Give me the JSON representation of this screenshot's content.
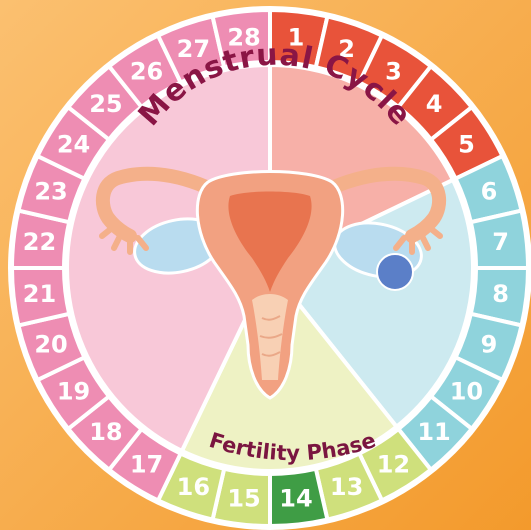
{
  "title": "Menstrual Cycle",
  "phase_label": "Fertility Phase",
  "days": [
    "1",
    "2",
    "3",
    "4",
    "5",
    "6",
    "7",
    "8",
    "9",
    "10",
    "11",
    "12",
    "13",
    "14",
    "15",
    "16",
    "17",
    "18",
    "19",
    "20",
    "21",
    "22",
    "23",
    "24",
    "25",
    "26",
    "27",
    "28"
  ],
  "highlighted_day": "14",
  "colors": {
    "background": "#f6a33a",
    "menstrual": "#e8533a",
    "follicular": "#8fd3dc",
    "fertile": "#cfe07c",
    "ovulation": "#3f9d45",
    "luteal": "#ee8db3",
    "title": "#8a1545"
  }
}
